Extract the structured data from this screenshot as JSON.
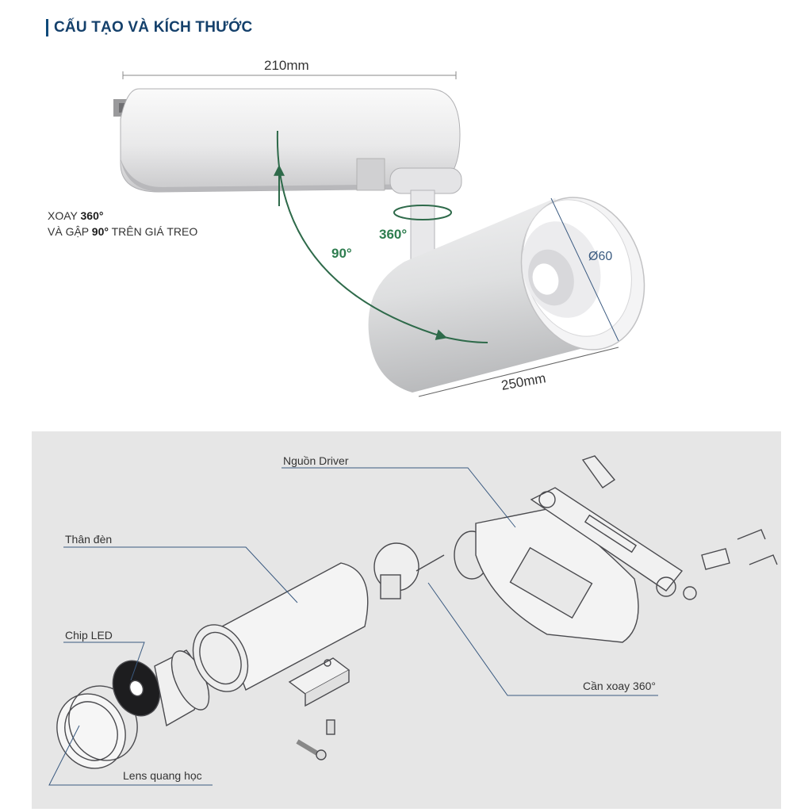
{
  "header": {
    "title": "CẤU TẠO VÀ KÍCH THƯỚC"
  },
  "dimensions": {
    "width": "210mm",
    "length": "250mm",
    "diameter": "Ø60"
  },
  "rotation": {
    "note_line1_prefix": "XOAY ",
    "note_line1_value": "360°",
    "note_line2_prefix": "VÀ GẬP ",
    "note_line2_value": "90°",
    "note_line2_suffix": " TRÊN GIÁ TREO",
    "label_360": "360°",
    "label_90": "90°"
  },
  "parts": {
    "driver": "Nguồn Driver",
    "body": "Thân đèn",
    "chip": "Chip LED",
    "swivel": "Cần xoay 360°",
    "lens": "Lens quang học"
  },
  "colors": {
    "accent": "#14406b",
    "green": "#2e7d4f",
    "panel": "#e6e6e6",
    "line": "#3a5a80"
  }
}
